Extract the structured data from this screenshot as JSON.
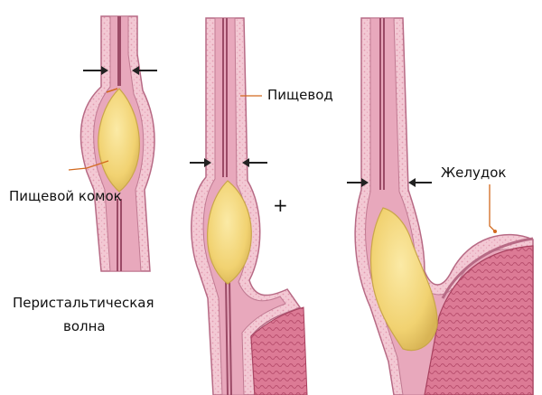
{
  "labels": {
    "bolus": "Пищевой комок",
    "esophagus": "Пищевод",
    "stomach": "Желудок",
    "wave_line1": "Перистальтическая",
    "wave_line2": "волна",
    "plus": "+"
  },
  "colors": {
    "wall_outer": "#e8a8bc",
    "wall_inner": "#f3c9d4",
    "wall_edge": "#b76a85",
    "lumen": "#9b4a66",
    "bolus_fill": "#f3d97a",
    "bolus_edge": "#c9a64a",
    "stomach_fill": "#d9728f",
    "stomach_dark": "#a8415f",
    "leader_line": "#d2691e",
    "arrow": "#222222"
  },
  "icons": {
    "arrow": "arrow-right-icon"
  }
}
